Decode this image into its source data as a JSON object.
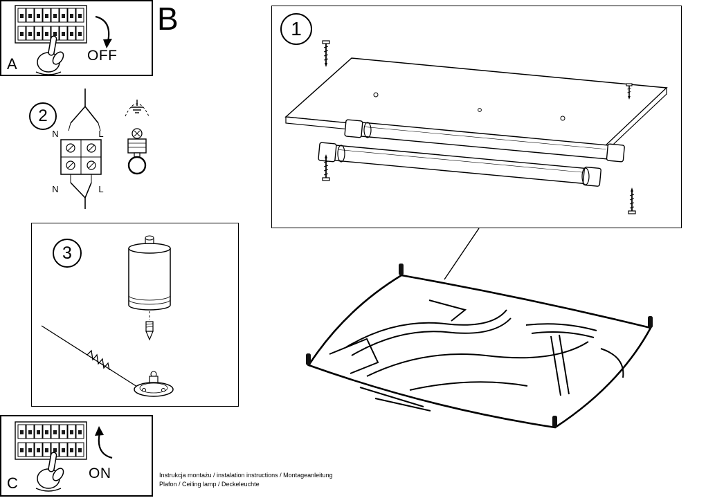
{
  "header": {
    "section_label": "B"
  },
  "panel_a": {
    "label": "A",
    "action": "OFF"
  },
  "panel_c": {
    "label": "C",
    "action": "ON"
  },
  "step1": {
    "number": "1"
  },
  "step2": {
    "number": "2",
    "labels": {
      "n_top": "N",
      "l_top": "L",
      "n_bottom": "N",
      "l_bottom": "L"
    }
  },
  "step3": {
    "number": "3"
  },
  "footer": {
    "line1": "Instrukcja montażu / instalation instructions / Montageanleitung",
    "line2": "Plafon / Ceiling lamp / Deckeleuchte"
  }
}
